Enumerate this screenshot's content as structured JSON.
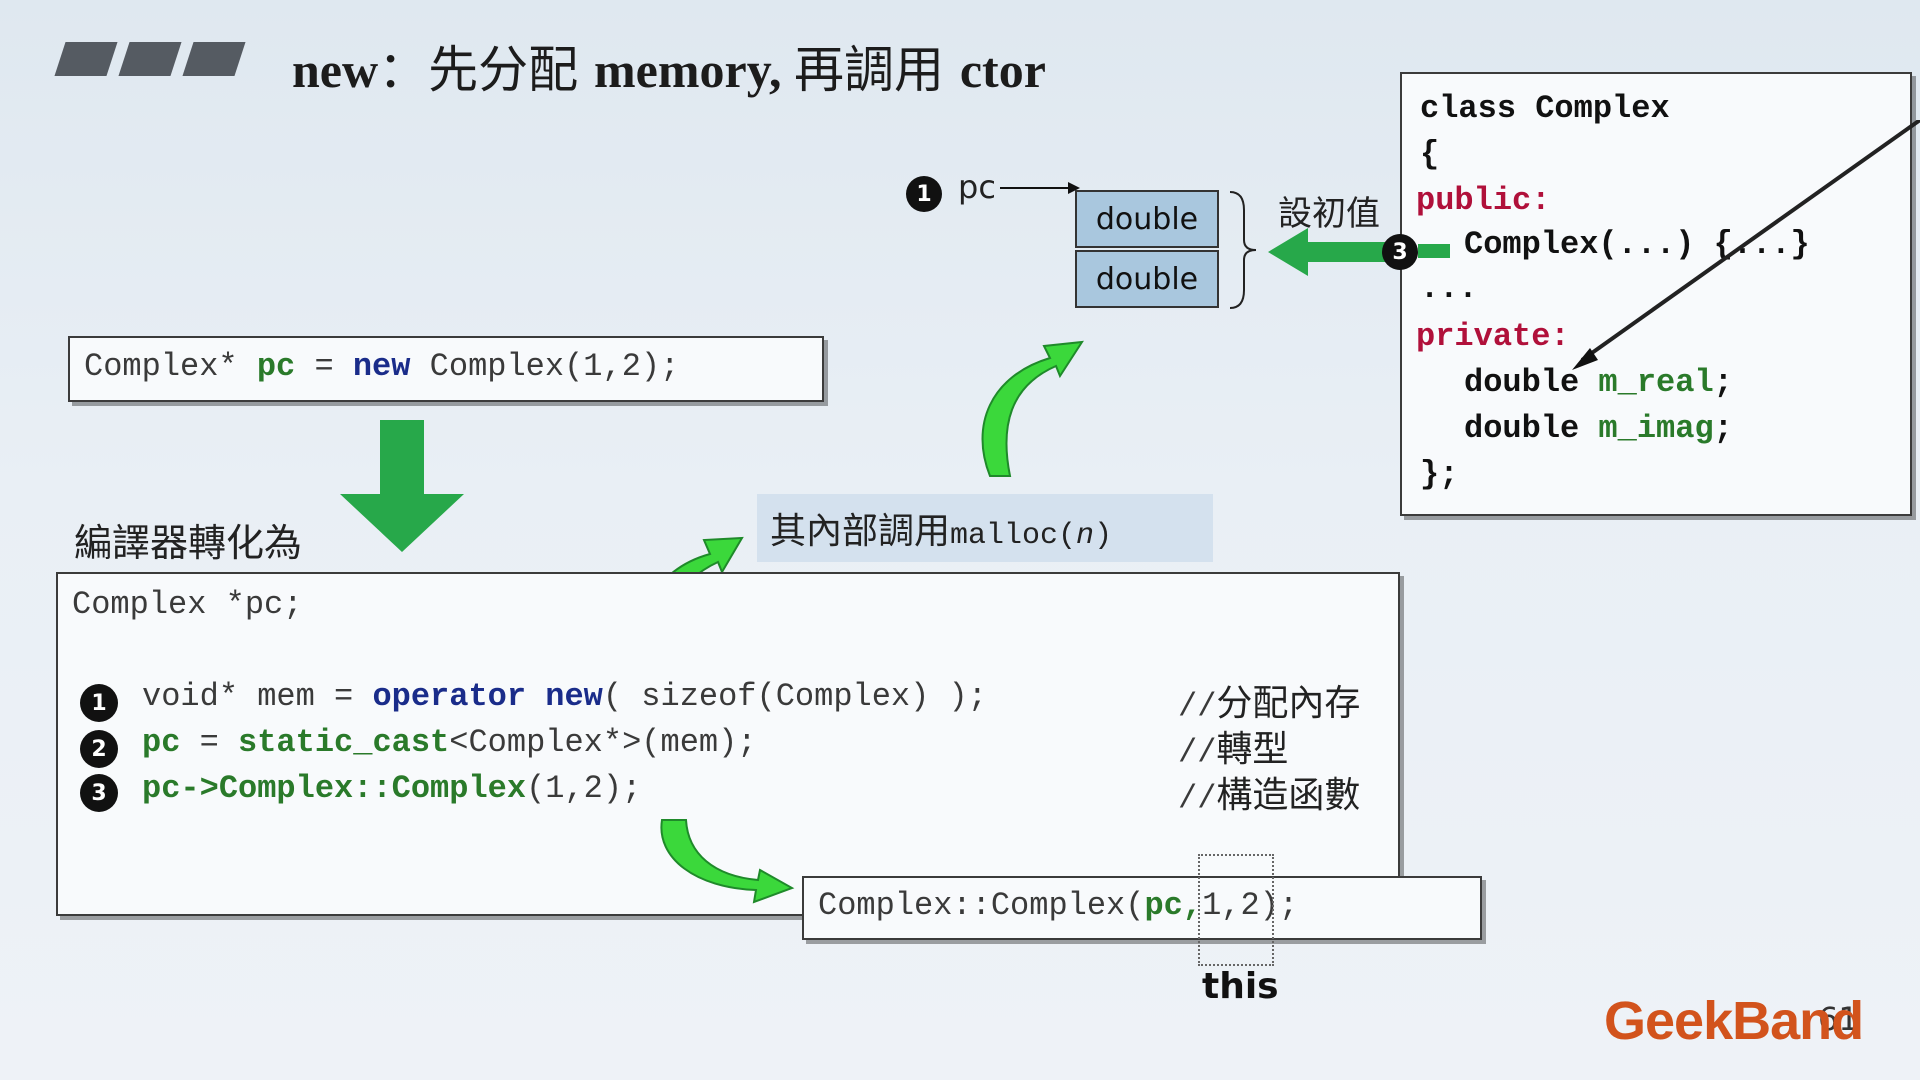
{
  "title": {
    "prefix": "new",
    "colon": "：",
    "cjk1": "先分配 ",
    "word1": "memory",
    "sep": ", ",
    "cjk2": "再調用 ",
    "word2": "ctor"
  },
  "expr": {
    "type": "Complex*",
    "var": "pc",
    "eq": "=",
    "new_kw": "new",
    "call": "Complex(1,2);"
  },
  "compiler_label": "編譯器轉化為",
  "malloc_label": {
    "cjk": "其內部調用",
    "code": "malloc(",
    "n": "n",
    "close": ")"
  },
  "memory": {
    "pointer_label": "pc",
    "step_num": "1",
    "cells": [
      "double",
      "double"
    ],
    "init_label": "設初值"
  },
  "class_def": {
    "line1": "class Complex",
    "line2": "{",
    "public": "public:",
    "ctor_step": "3",
    "ctor": "Complex(...) {...}",
    "dots": "...",
    "private": "private:",
    "m1_type": "double",
    "m1_name": "m_real",
    "m2_type": "double",
    "m2_name": "m_imag",
    "semi": ";",
    "end": "};"
  },
  "translated": {
    "decl": "Complex *pc;",
    "steps": [
      {
        "num": "1",
        "pre": "void* mem = ",
        "kw": "operator new",
        "post": "( sizeof(Complex) );",
        "comment": "//分配內存"
      },
      {
        "num": "2",
        "var": "pc",
        "eq": " = ",
        "kw": "static_cast",
        "post": "<Complex*>(mem);",
        "comment": "//轉型"
      },
      {
        "num": "3",
        "var": "pc",
        "arrow": "->",
        "kw": "Complex::Complex",
        "post": "(1,2);",
        "comment": "//構造函數"
      }
    ]
  },
  "ctor_call": {
    "pre": "Complex::Complex(",
    "this_arg": "pc,",
    "post": "1,2);",
    "this_label": "this"
  },
  "logo": "GeekBand",
  "slide_number": "61",
  "colors": {
    "green_arrow": "#27a84a",
    "bright_green": "#3bd83b",
    "blue_kw": "#1a2c8a",
    "green_kw": "#2a7a2a",
    "red_kw": "#b0103a",
    "cell_fill": "#a9c7de",
    "logo": "#d2531c"
  }
}
